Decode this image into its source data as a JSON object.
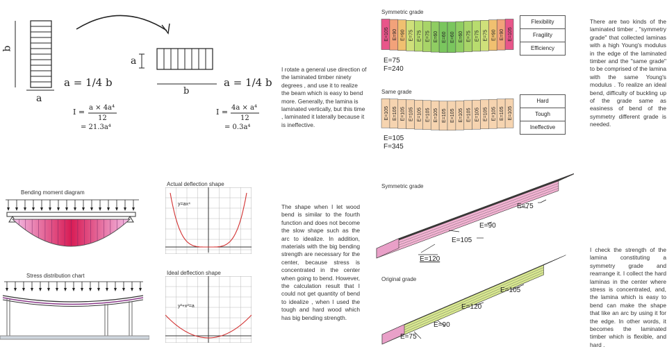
{
  "sketch": {
    "dim_a_left": "a",
    "dim_a_bottom": "a",
    "formula_left_1": "a = 1/4 b",
    "formula_right_1": "a = 1/4 b",
    "dim_a_right": "a",
    "dim_b_right": "b",
    "dim_b_left": "b",
    "inertia_left_lhs": "I =",
    "inertia_left_num": "a × 4a⁴",
    "inertia_left_den": "12",
    "inertia_left_res": "= 21.3a⁴",
    "inertia_right_lhs": "I =",
    "inertia_right_num": "4a × a⁴",
    "inertia_right_den": "12",
    "inertia_right_res": "= 0.3a⁴"
  },
  "text_blocks": {
    "rotate": "I rotate a general use direction of the laminated timber ninety degrees , and use it to realize the beam which is easy to bend more. Generally, the lamina is laminated vertically, but this time , laminated it laterally because it is ineffective.",
    "kinds": "There are two kinds of the laminated timber , \"symmetry grade\" that collected laminas with a high Young's modulus in the edge of the laminated timber and the \"same grade\" to be comprised of the lamina with the same Young's modulus . To realize an ideal bend, difficulty of buckling up of the grade same as easiness of bend of the symmetry different grade is needed.",
    "shape": "The shape when I let wood bend is similar to the fourth function and does not become the slow shape such as the arc to idealize. In addition, materials with the big bending strength are necessary for the center, because stress is concentrated in the center when going to bend. However, the calculation result that I could not get quantity of bend to idealize , when I used the tough and hard wood which has big bending strength.",
    "strength": "I check the strength of the lamina constituting a symmetry grade and rearrange it. I collect the hard laminas in the center where stress is concentrated, and, the lamina which is easy to bend can make the shape that like an arc by using it for the edge. In other words, it becomes the laminated timber which is flexible, and hard ."
  },
  "symmetric_grade": {
    "title": "Symmetric grade",
    "laminas": [
      "E=105",
      "E=90",
      "E=90",
      "E=75",
      "E=75",
      "E=75",
      "E=60",
      "E=60",
      "E=60",
      "E=60",
      "E=75",
      "E=75",
      "E=75",
      "E=90",
      "E=90",
      "E=105"
    ],
    "colors": [
      "#e8568a",
      "#f2a27a",
      "#f0c070",
      "#cfe07a",
      "#b8dc6e",
      "#a8d468",
      "#8fcd62",
      "#7ac65e",
      "#7ac65e",
      "#8fcd62",
      "#a8d468",
      "#b8dc6e",
      "#cfe07a",
      "#f0c070",
      "#f2a27a",
      "#e8568a"
    ],
    "properties": [
      "Flexibility",
      "Fragility",
      "Efficiency"
    ],
    "e_value": "E=75",
    "f_value": "F=240"
  },
  "same_grade": {
    "title": "Same grade",
    "laminas": [
      "E=105",
      "E=105",
      "E=105",
      "E=105",
      "E=105",
      "E=105",
      "E=105",
      "E=105",
      "E=105",
      "E=105",
      "E=105",
      "E=105",
      "E=105",
      "E=105",
      "E=105",
      "E=105"
    ],
    "color": "#f6d4b0",
    "properties": [
      "Hard",
      "Tough",
      "Ineffective"
    ],
    "e_value": "E=105",
    "f_value": "F=345"
  },
  "bending": {
    "title": "Bending moment diagram",
    "stress_title": "Stress distribution chart",
    "actual_title": "Actual deflection shape",
    "actual_eq": "y=ax⁴",
    "ideal_title": "Ideal deflection shape",
    "ideal_eq": "y²+x²=a"
  },
  "beams_3d": {
    "symmetric_title": "Symmetric grade",
    "original_title": "Original grade",
    "sym_labels": [
      "E=75",
      "E=90",
      "E=105",
      "E=120"
    ],
    "orig_labels": [
      "E=105",
      "E=120",
      "E=90",
      "E=75"
    ]
  }
}
